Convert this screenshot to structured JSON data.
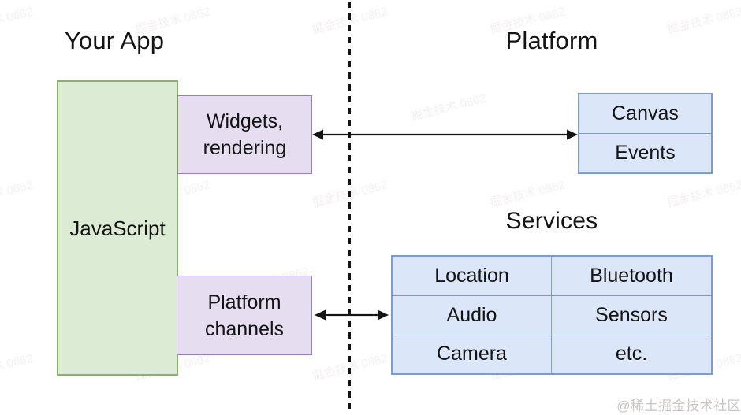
{
  "colors": {
    "green_fill": "#DCEBD3",
    "green_border": "#8CB06A",
    "purple_fill": "#E6DEF0",
    "purple_border": "#9C7FB8",
    "blue_fill": "#DBE6F8",
    "blue_border": "#7D9BD2",
    "line": "#141414"
  },
  "left_section": {
    "heading": "Your App",
    "javascript_box": {
      "label": "JavaScript"
    },
    "widgets_box": {
      "label": "Widgets,\nrendering"
    },
    "channels_box": {
      "label": "Platform\nchannels"
    }
  },
  "right_section": {
    "heading": "Platform",
    "canvas_events_box": {
      "rows": [
        "Canvas",
        "Events"
      ]
    },
    "services": {
      "heading": "Services",
      "rows": [
        [
          "Location",
          "Bluetooth"
        ],
        [
          "Audio",
          "Sensors"
        ],
        [
          "Camera",
          "etc."
        ]
      ]
    }
  },
  "watermark": {
    "tile_text": "掘金技术 0862",
    "credit": "@稀土掘金技术社区"
  }
}
